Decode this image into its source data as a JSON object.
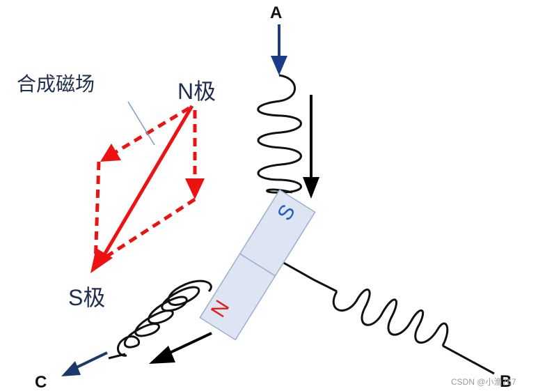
{
  "labels": {
    "terminal_a": "A",
    "terminal_b": "B",
    "terminal_c": "C",
    "resultant": "合成磁场",
    "north_pole": "N极",
    "south_pole": "S极",
    "magnet_s": "S",
    "magnet_n": "N",
    "watermark": "CSDN @小渔767"
  },
  "colors": {
    "coil_wire": "#111111",
    "current_arrow_a": "#1a3a8a",
    "current_arrow_c": "#1a3a6a",
    "field_arrow": "#000000",
    "vector": "#ee1111",
    "magnet_fill": "#dde5f3",
    "magnet_border": "#9aaecf",
    "magnet_s_text": "#1f5fbf",
    "magnet_n_text": "#e02020",
    "leader": "#7a9cc6"
  }
}
